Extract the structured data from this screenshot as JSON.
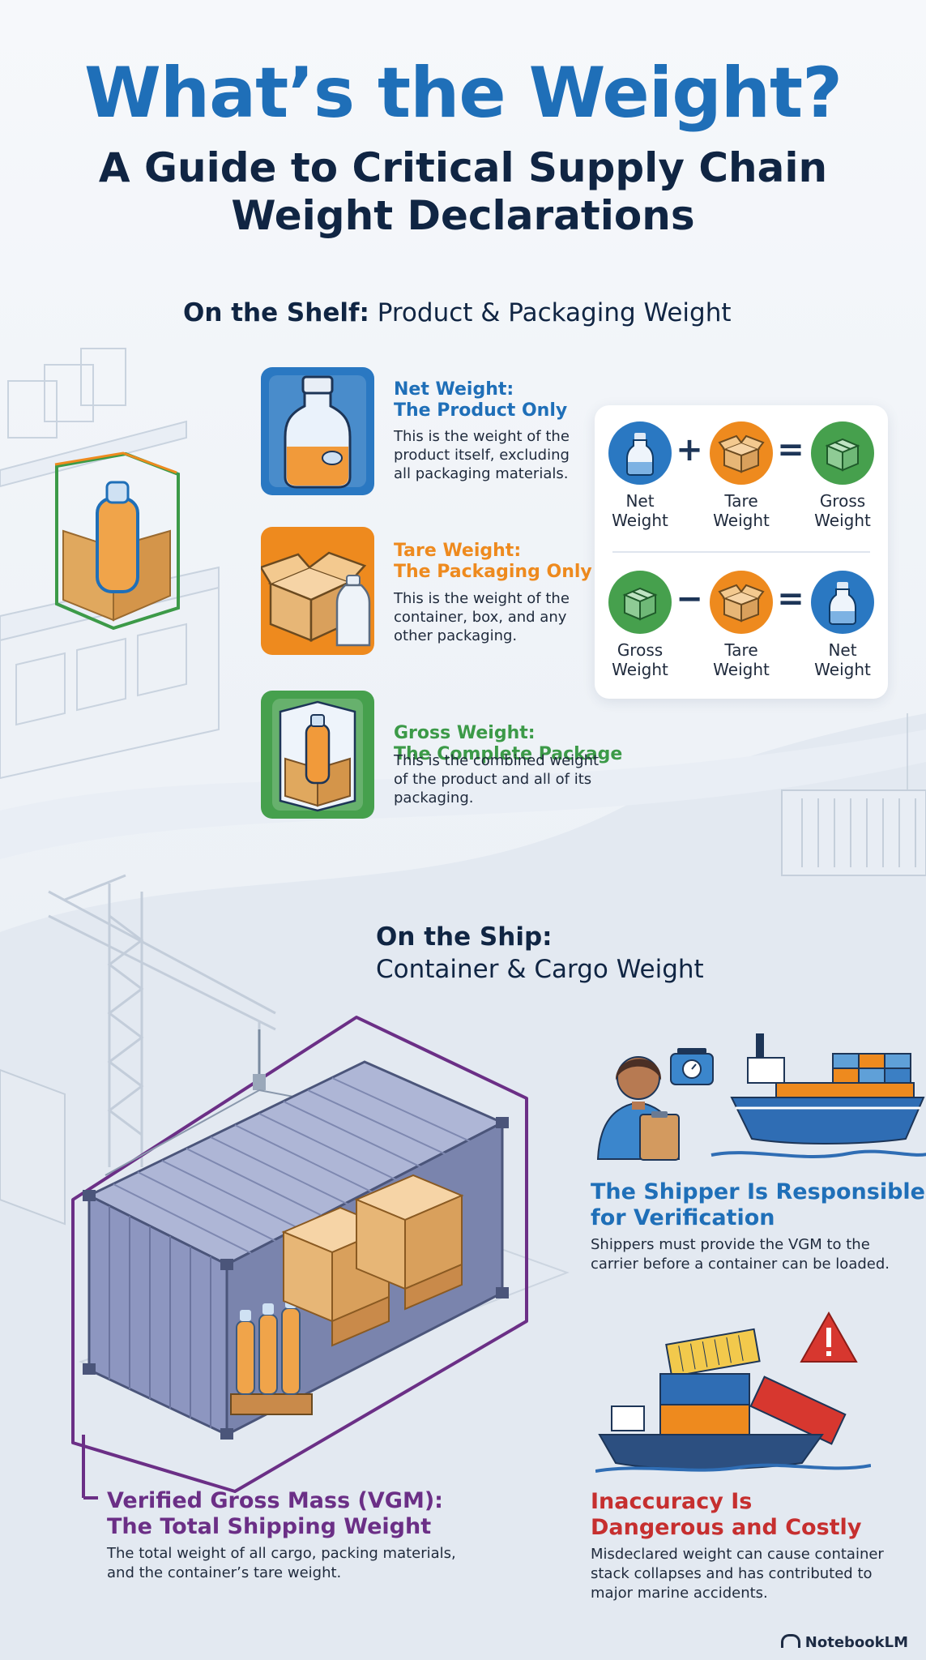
{
  "header": {
    "title": "What’s the Weight?",
    "subtitle_line1": "A Guide to Critical Supply Chain",
    "subtitle_line2": "Weight Declarations"
  },
  "shelf_section": {
    "heading_bold": "On the Shelf:",
    "heading_rest": " Product & Packaging Weight",
    "items": [
      {
        "title_line1": "Net Weight:",
        "title_line2": "The Product Only",
        "desc_lines": [
          "This is the weight of the",
          "product itself, excluding",
          "all packaging materials."
        ],
        "color": "#1f6fb8"
      },
      {
        "title_line1": "Tare Weight:",
        "title_line2": "The Packaging Only",
        "desc_lines": [
          "This is the weight of the",
          "container, box, and any",
          "other packaging."
        ],
        "color": "#ee8a1e"
      },
      {
        "title_line1": "Gross Weight:",
        "title_line2": "The Complete Package",
        "desc_lines": [
          "This is the combined weight",
          "of the product and all of its",
          "packaging."
        ],
        "color": "#3c9a48"
      }
    ],
    "equations": {
      "row1": {
        "a": [
          "Net",
          "Weight"
        ],
        "op": "+",
        "b": [
          "Tare",
          "Weight"
        ],
        "eq": "=",
        "c": [
          "Gross",
          "Weight"
        ]
      },
      "row2": {
        "a": [
          "Gross",
          "Weight"
        ],
        "op": "−",
        "b": [
          "Tare",
          "Weight"
        ],
        "eq": "=",
        "c": [
          "Net",
          "Weight"
        ]
      }
    }
  },
  "ship_section": {
    "heading_line1": "On the Ship:",
    "heading_line2": "Container & Cargo Weight",
    "vgm": {
      "title_line1": "Verified Gross Mass (VGM):",
      "title_line2": "The Total Shipping Weight",
      "desc_lines": [
        "The total weight of all cargo, packing materials,",
        "and the container’s tare weight."
      ],
      "color": "#6b2f86"
    },
    "shipper": {
      "title_line1": "The Shipper Is Responsible",
      "title_line2": "for Verification",
      "desc_lines": [
        "Shippers must provide the VGM to the",
        "carrier before a container can be loaded."
      ],
      "color": "#1f6fb8"
    },
    "danger": {
      "title_line1": "Inaccuracy Is",
      "title_line2": "Dangerous and Costly",
      "desc_lines": [
        "Misdeclared weight can cause container",
        "stack collapses and has contributed to",
        "major marine accidents."
      ],
      "color": "#c62f2f"
    }
  },
  "footer": {
    "brand": "NotebookLM"
  },
  "colors": {
    "blue": "#1f6fb8",
    "orange": "#ee8a1e",
    "green": "#3c9a48",
    "purple": "#6b2f86",
    "red": "#c62f2f",
    "navy": "#102543"
  }
}
